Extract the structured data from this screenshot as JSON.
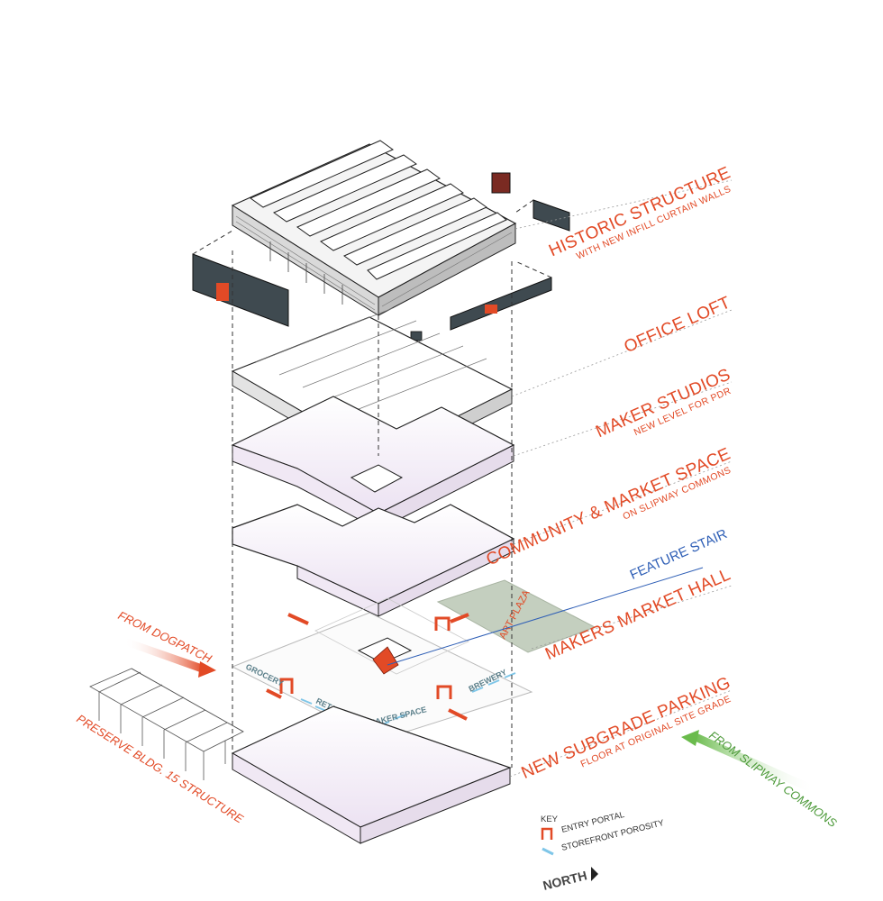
{
  "layers": [
    {
      "title": "HISTORIC STRUCTURE",
      "subtitle": "WITH NEW INFILL CURTAIN WALLS"
    },
    {
      "title": "OFFICE LOFT",
      "subtitle": ""
    },
    {
      "title": "MAKER STUDIOS",
      "subtitle": "NEW LEVEL FOR PDR"
    },
    {
      "title": "COMMUNITY & MARKET SPACE",
      "subtitle": "ON SLIPWAY COMMONS"
    },
    {
      "title": "FEATURE STAIR",
      "subtitle": ""
    },
    {
      "title": "MAKERS MARKET HALL",
      "subtitle": ""
    },
    {
      "title": "NEW SUBGRADE PARKING",
      "subtitle": "FLOOR AT ORIGINAL SITE GRADE"
    }
  ],
  "rooms": {
    "grocery": "GROCERY",
    "retail": "RETAIL",
    "maker_space": "MAKER SPACE",
    "brewery": "BREWERY",
    "art_plaza": "ART PLAZA"
  },
  "flows": {
    "from_dogpatch": "FROM DOGPATCH",
    "from_slipway": "FROM SLIPWAY COMMONS",
    "preserve": "PRESERVE BLDG. 15 STRUCTURE"
  },
  "key": {
    "heading": "KEY",
    "entry": "ENTRY PORTAL",
    "storefront": "STOREFRONT POROSITY"
  },
  "north": "NORTH",
  "colors": {
    "accent_red": "#e24a26",
    "feature_blue": "#2f5fb6",
    "flow_green": "#4d9a3a",
    "slab_tint": "#efe6f3"
  }
}
